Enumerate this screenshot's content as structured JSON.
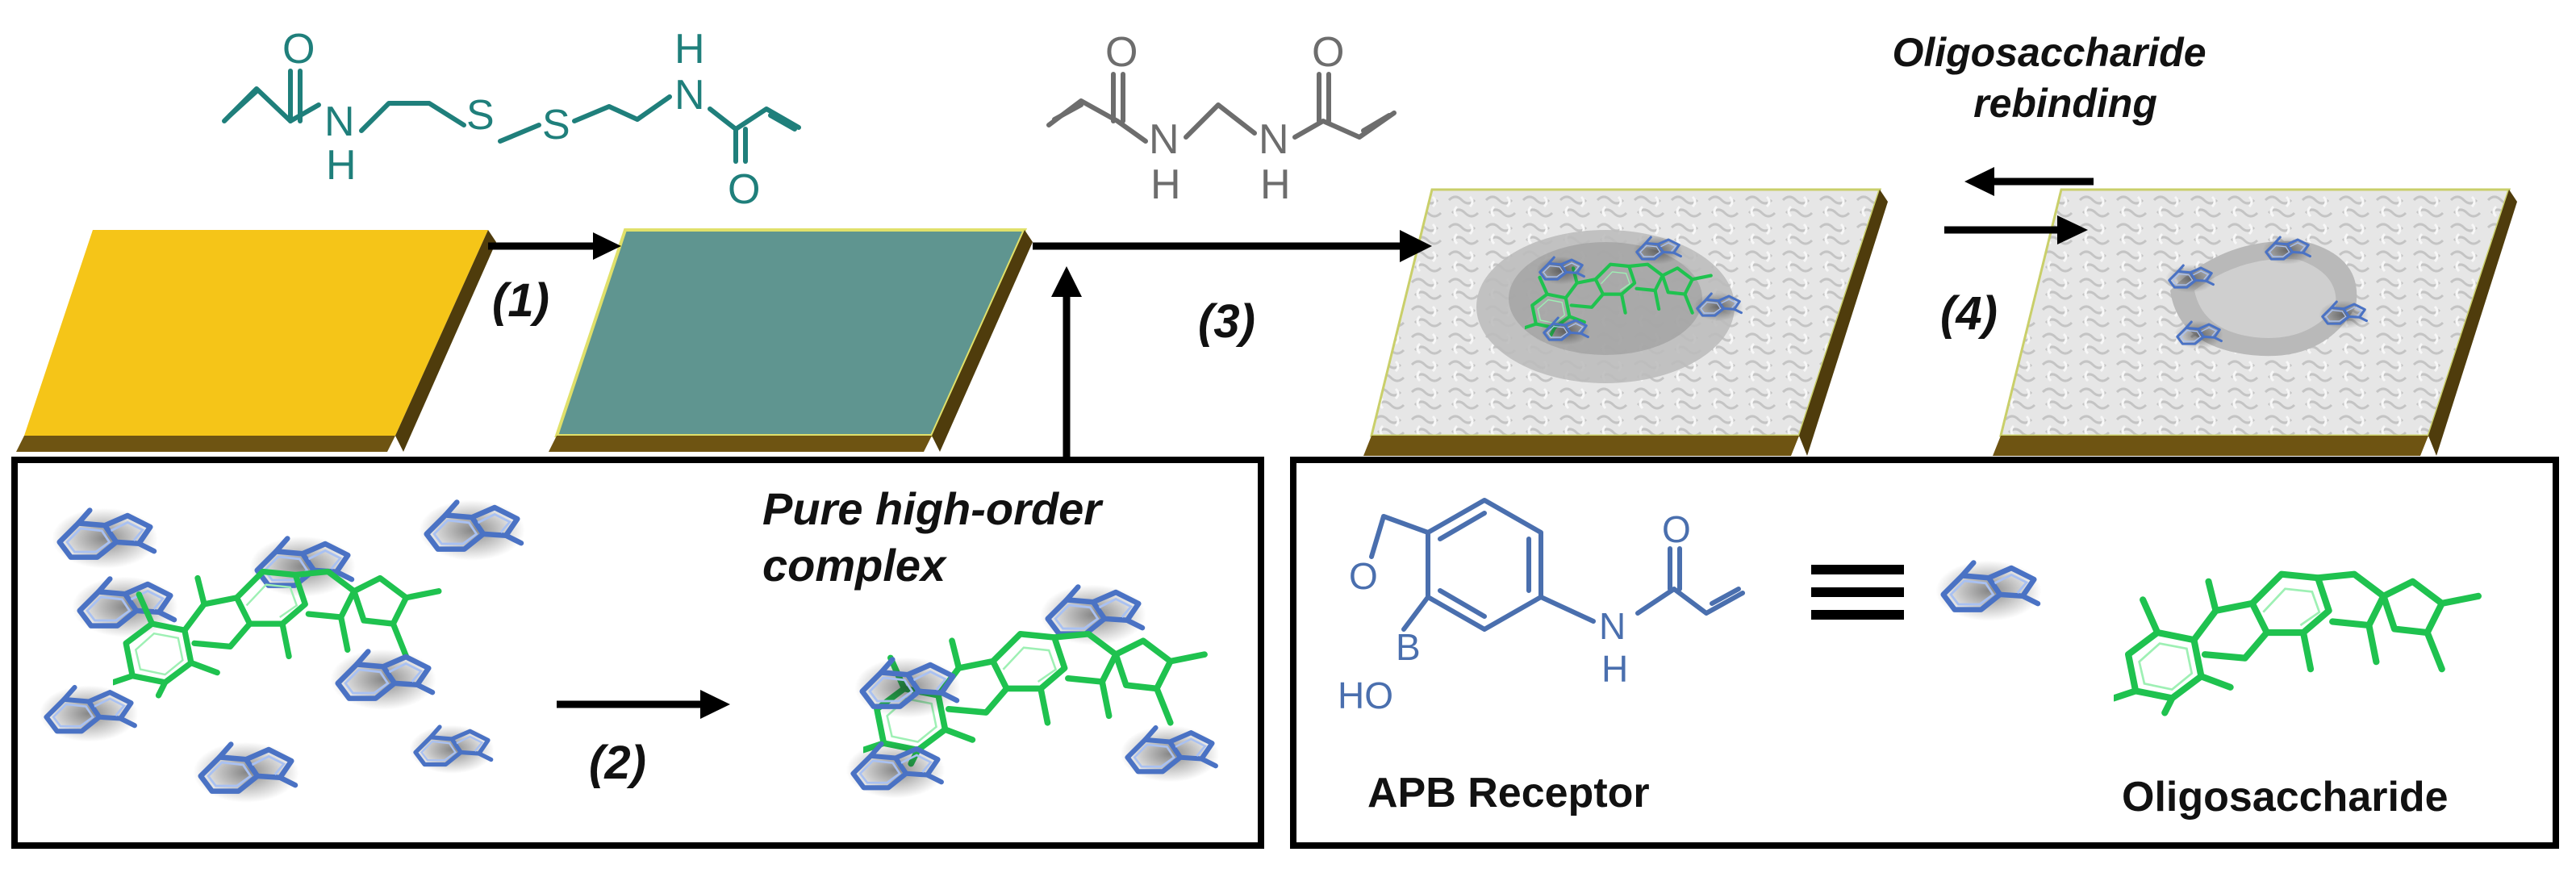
{
  "steps": {
    "step1": "(1)",
    "step2": "(2)",
    "step3": "(3)",
    "step4": "(4)"
  },
  "labels": {
    "rebinding_line1": "Oligosaccharide",
    "rebinding_line2": "rebinding",
    "complex_line1": "Pure high-order",
    "complex_line2": "complex",
    "apb_receptor": "APB Receptor",
    "oligosaccharide": "Oligosaccharide"
  },
  "chem_atoms": {
    "crosslinker1": {
      "o1": "O",
      "n1": "N",
      "h1": "H",
      "s1": "S",
      "s2": "S",
      "h2": "H",
      "n2": "N",
      "o2": "O"
    },
    "crosslinker2": {
      "o1": "O",
      "o2": "O",
      "n1": "N",
      "h1": "H",
      "n2": "N",
      "h2": "H"
    },
    "apb": {
      "o_ring": "O",
      "b": "B",
      "ho": "HO",
      "n": "N",
      "h": "H",
      "o_carbonyl": "O"
    }
  },
  "colors": {
    "gold": "#f5c518",
    "teal_surface": "#5f9590",
    "brown_edge": "#6e5412",
    "teal_text": "#1f7f7b",
    "gray_text": "#6d6d6d",
    "receptor_blue": "#4a72c4",
    "sugar_green": "#22cc55",
    "polymer_gray": "#e3e3e3"
  },
  "icons": [
    "receptor-molecule-icon",
    "oligosaccharide-molecule-icon",
    "gold-slide-icon",
    "functionalized-slide-icon",
    "imprinted-slide-icon",
    "cavity-slide-icon"
  ]
}
